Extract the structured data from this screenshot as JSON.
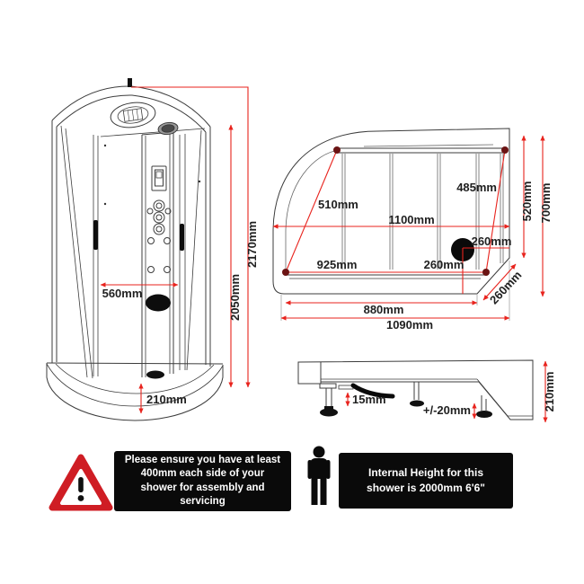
{
  "diagram": {
    "front": {
      "h_total": "2170mm",
      "h_cabin": "2050mm",
      "w_inner": "560mm",
      "tray_h": "210mm"
    },
    "top": {
      "diag_l": "510mm",
      "diag_r": "485mm",
      "w_inner": "1100mm",
      "d_straight": "520mm",
      "d_total": "700mm",
      "drain_r": "260mm",
      "span_bl": "925mm",
      "drain_b": "260mm",
      "chamfer": "260mm",
      "w_inner_b": "880mm",
      "w_total": "1090mm"
    },
    "side": {
      "lip": "15mm",
      "adjust": "+/-20mm",
      "tray_h": "210mm"
    },
    "notices": [
      {
        "icon": "warning-triangle-icon",
        "text": "Please ensure you have at least\n400mm each side of your\nshower for assembly and\nservicing"
      },
      {
        "icon": "person-icon",
        "text": "Internal Height for this\nshower is 2000mm 6'6\""
      }
    ],
    "colors": {
      "dimension_red": "#e8231d",
      "corner_dot": "#6b1414",
      "line": "#3c3c3c",
      "banner_bg": "#0a0a0a",
      "banner_text": "#ffffff",
      "warning_red": "#cf1d24"
    }
  }
}
